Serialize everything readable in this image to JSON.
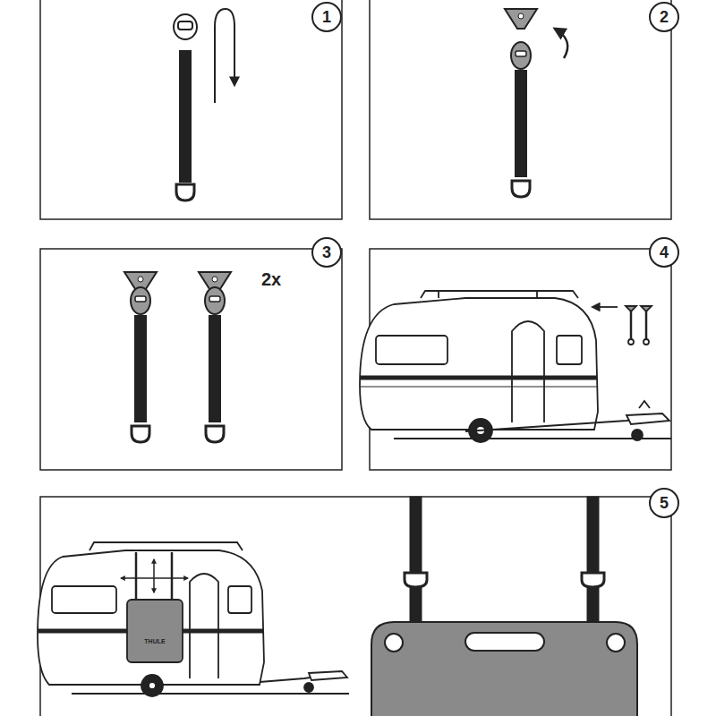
{
  "diagram": {
    "nodes": [
      {
        "text": [
          "1"
        ]
      },
      {
        "text": [
          "2"
        ]
      },
      {
        "text": [
          "3"
        ]
      },
      {
        "text": [
          "4"
        ]
      },
      {
        "text": [
          "5"
        ]
      }
    ],
    "labels": [
      "2x",
      "THULE"
    ]
  }
}
